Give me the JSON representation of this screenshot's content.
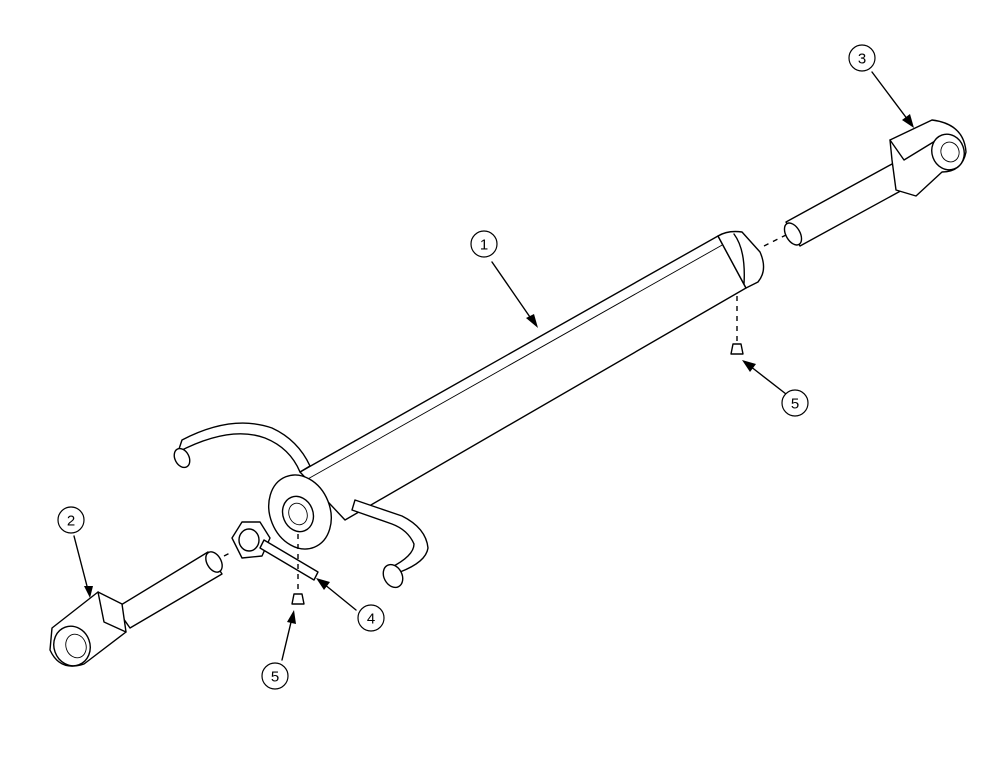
{
  "callouts": [
    {
      "id": "callout-1",
      "label": "1"
    },
    {
      "id": "callout-2",
      "label": "2"
    },
    {
      "id": "callout-3",
      "label": "3"
    },
    {
      "id": "callout-4",
      "label": "4"
    },
    {
      "id": "callout-5a",
      "label": "5"
    },
    {
      "id": "callout-5b",
      "label": "5"
    }
  ]
}
